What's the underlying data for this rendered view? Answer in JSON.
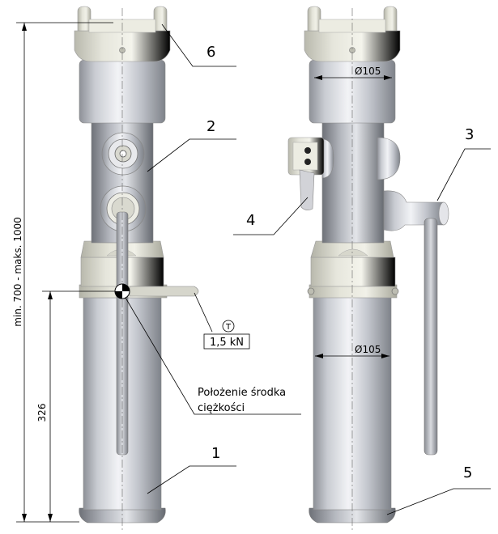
{
  "callouts": {
    "n1": "1",
    "n2": "2",
    "n3": "3",
    "n4": "4",
    "n5": "5",
    "n6": "6"
  },
  "dimensions": {
    "overall_height": "min. 700 - maks. 1000",
    "cog_height": "326",
    "diameter_top": "Ø105",
    "diameter_bottom": "Ø105"
  },
  "load": {
    "symbol": "T",
    "value": "1,5 kN"
  },
  "center_of_gravity": {
    "line1": "Położenie środka",
    "line2": "ciężkości"
  }
}
